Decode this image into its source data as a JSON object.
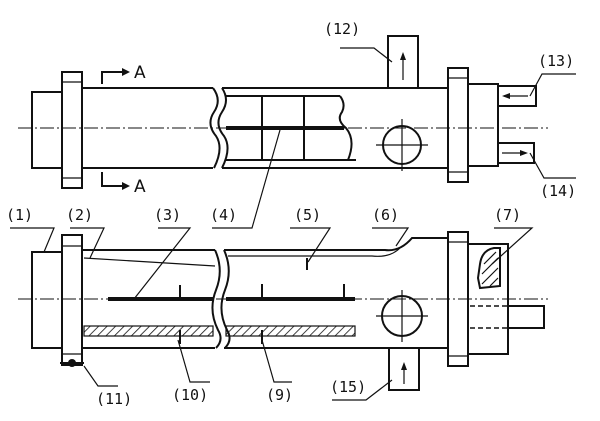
{
  "labels": {
    "l1": "(1)",
    "l2": "(2)",
    "l3": "(3)",
    "l4": "(4)",
    "l5": "(5)",
    "l6": "(6)",
    "l7": "(7)",
    "l9": "(9)",
    "l10": "(10)",
    "l11": "(11)",
    "l12": "(12)",
    "l13": "(13)",
    "l14": "(14)",
    "l15": "(15)"
  },
  "section_mark": "A"
}
